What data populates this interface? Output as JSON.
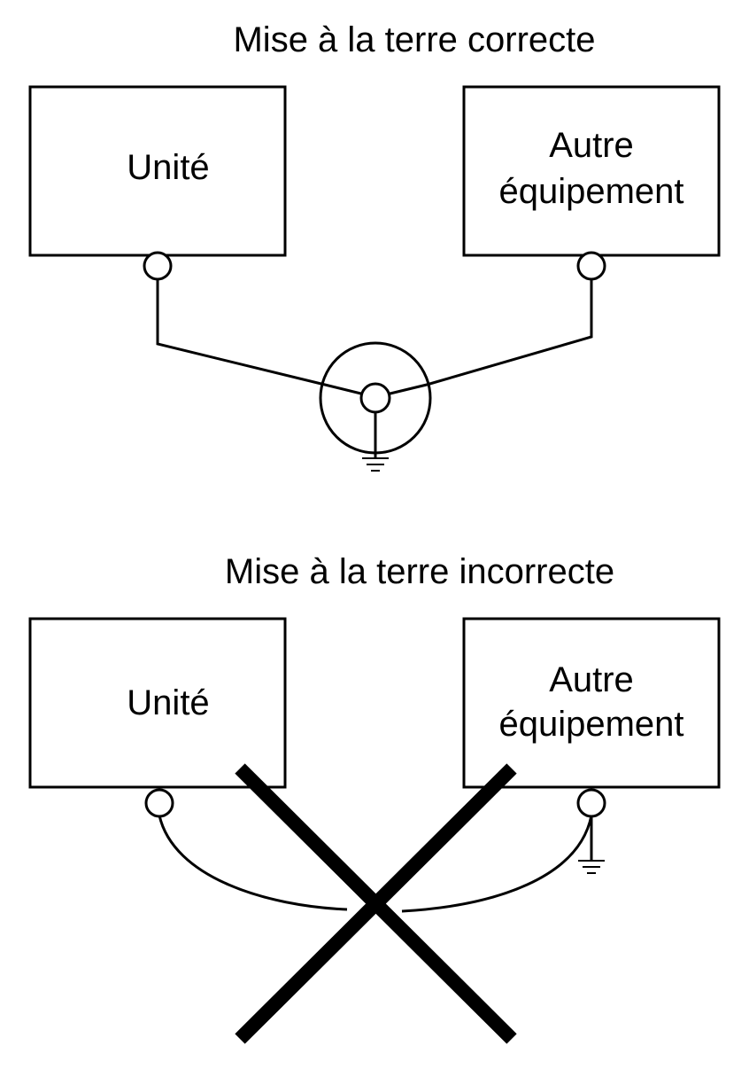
{
  "correct": {
    "title": "Mise à la terre correcte",
    "unit_label": "Unité",
    "other_label_line1": "Autre",
    "other_label_line2": "équipement"
  },
  "incorrect": {
    "title": "Mise à la terre incorrecte",
    "unit_label": "Unité",
    "other_label_line1": "Autre",
    "other_label_line2": "équipement"
  },
  "icons": {
    "ground": "ground-symbol-icon",
    "terminal": "terminal-circle-icon",
    "cross": "cross-out-icon"
  },
  "colors": {
    "line": "#000000",
    "background": "#ffffff"
  }
}
